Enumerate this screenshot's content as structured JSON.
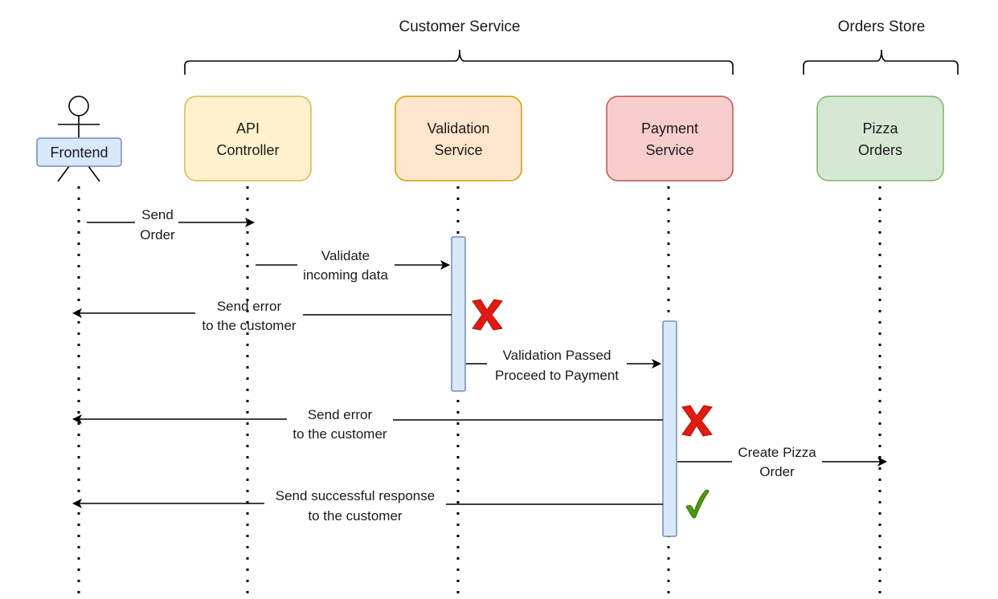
{
  "groups": [
    {
      "label": "Customer Service"
    },
    {
      "label": "Orders Store"
    }
  ],
  "participants": [
    {
      "id": "frontend",
      "lines": [
        "Frontend"
      ],
      "type": "actor",
      "fill": "#dae8fc",
      "stroke": "#6c8ebf"
    },
    {
      "id": "api",
      "lines": [
        "API",
        "Controller"
      ],
      "type": "box",
      "fill": "#fff2cc",
      "stroke": "#d6b656"
    },
    {
      "id": "validation",
      "lines": [
        "Validation",
        "Service"
      ],
      "type": "box",
      "fill": "#ffe6cc",
      "stroke": "#d79b00"
    },
    {
      "id": "payment",
      "lines": [
        "Payment",
        "Service"
      ],
      "type": "box",
      "fill": "#f8cecc",
      "stroke": "#b85450"
    },
    {
      "id": "pizza",
      "lines": [
        "Pizza",
        "Orders"
      ],
      "type": "box",
      "fill": "#d5e8d4",
      "stroke": "#82b366"
    }
  ],
  "messages": [
    {
      "from": "frontend",
      "to": "api",
      "lines": [
        "Send",
        "Order"
      ]
    },
    {
      "from": "api",
      "to": "validation",
      "lines": [
        "Validate",
        "incoming data"
      ]
    },
    {
      "from": "validation",
      "to": "frontend",
      "lines": [
        "Send error",
        "to the customer"
      ],
      "marker": "error"
    },
    {
      "from": "validation",
      "to": "payment",
      "lines": [
        "Validation Passed",
        "Proceed to Payment"
      ]
    },
    {
      "from": "payment",
      "to": "frontend",
      "lines": [
        "Send error",
        "to the customer"
      ],
      "marker": "error"
    },
    {
      "from": "payment",
      "to": "pizza",
      "lines": [
        "Create Pizza",
        "Order"
      ]
    },
    {
      "from": "payment",
      "to": "frontend",
      "lines": [
        "Send successful response",
        "to the customer"
      ],
      "marker": "success"
    }
  ],
  "colors": {
    "activation_fill": "#dae8fc",
    "activation_stroke": "#6c8ebf",
    "error_mark": "#e01b12",
    "success_mark": "#4e9a06"
  }
}
